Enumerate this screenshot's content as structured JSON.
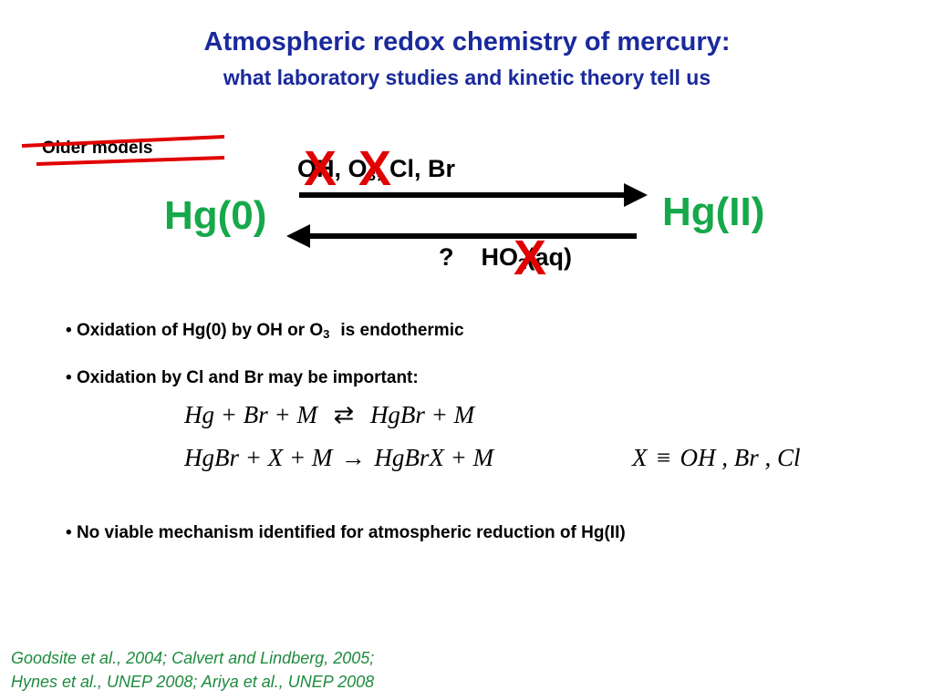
{
  "title": {
    "line1": "Atmospheric redox chemistry of mercury:",
    "line2": "what laboratory studies and kinetic theory tell us"
  },
  "older_models": "Older models",
  "reaction": {
    "left_species": "Hg(0)",
    "right_species": "Hg(II)",
    "top_label": {
      "oh": "OH, O",
      "o3_sub": "3",
      "rest": ", Cl, Br"
    },
    "bottom_label": {
      "question": "?",
      "ho": "HO",
      "ho2_sub": "2",
      "rest": "(aq)"
    },
    "cross_mark": "X"
  },
  "bullets": [
    {
      "text": "Oxidation of Hg(0) by OH or O",
      "sub": "3",
      "tail": "is endothermic"
    },
    {
      "text": "Oxidation by Cl and Br may be important:"
    },
    {
      "text": "No viable mechanism identified for atmospheric reduction of Hg(II)"
    }
  ],
  "bullet_mark": "•",
  "equations": {
    "eq1_left": "Hg + Br + M",
    "eq1_arrow": "⇄",
    "eq1_right": "HgBr + M",
    "eq2_left": "HgBr + X + M",
    "eq2_arrow": "→",
    "eq2_right": "HgBrX + M",
    "eq2_def_x": "X",
    "eq2_def_equiv": "≡",
    "eq2_def_list": "OH , Br , Cl"
  },
  "citations": [
    "Goodsite et al., 2004; Calvert and Lindberg, 2005;",
    "Hynes et al., UNEP 2008; Ariya et al., UNEP 2008"
  ],
  "colors": {
    "title": "#1a2a9c",
    "species": "#16a84a",
    "cross": "#e00000",
    "citation": "#1e8a3e"
  }
}
